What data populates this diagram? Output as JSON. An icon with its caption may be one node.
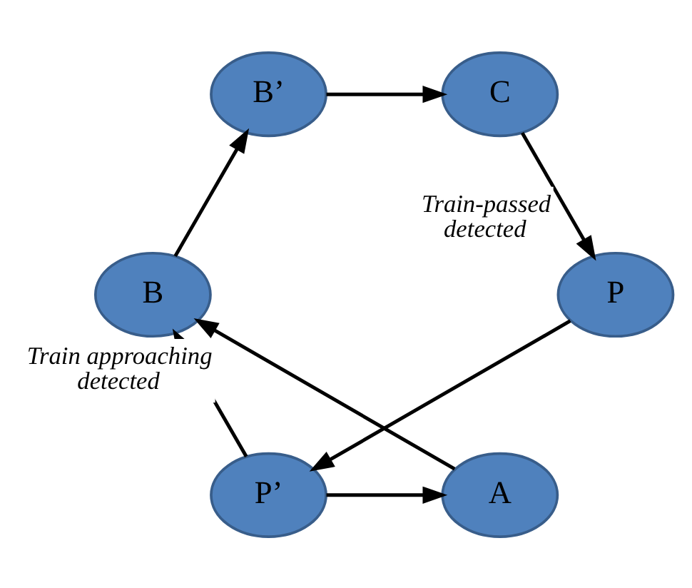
{
  "diagram": {
    "nodes": [
      {
        "text": [
          "A"
        ]
      },
      {
        "text": [
          "P’"
        ]
      },
      {
        "text": [
          "B"
        ]
      },
      {
        "text": [
          "B’"
        ]
      },
      {
        "text": [
          "P"
        ]
      },
      {
        "text": [
          "C"
        ]
      }
    ],
    "edges": [
      {
        "from": 1,
        "to": 0,
        "arrow": "to"
      },
      {
        "from": 0,
        "to": 2,
        "arrow": "to"
      },
      {
        "from": 1,
        "to": 2,
        "arrow": "to",
        "label": "Train approaching detected"
      },
      {
        "from": 2,
        "to": 3,
        "arrow": "to"
      },
      {
        "from": 3,
        "to": 5,
        "arrow": "to"
      },
      {
        "from": 5,
        "to": 4,
        "arrow": "to",
        "label": "Train-passed detected"
      },
      {
        "from": 4,
        "to": 1,
        "arrow": "to"
      }
    ]
  }
}
